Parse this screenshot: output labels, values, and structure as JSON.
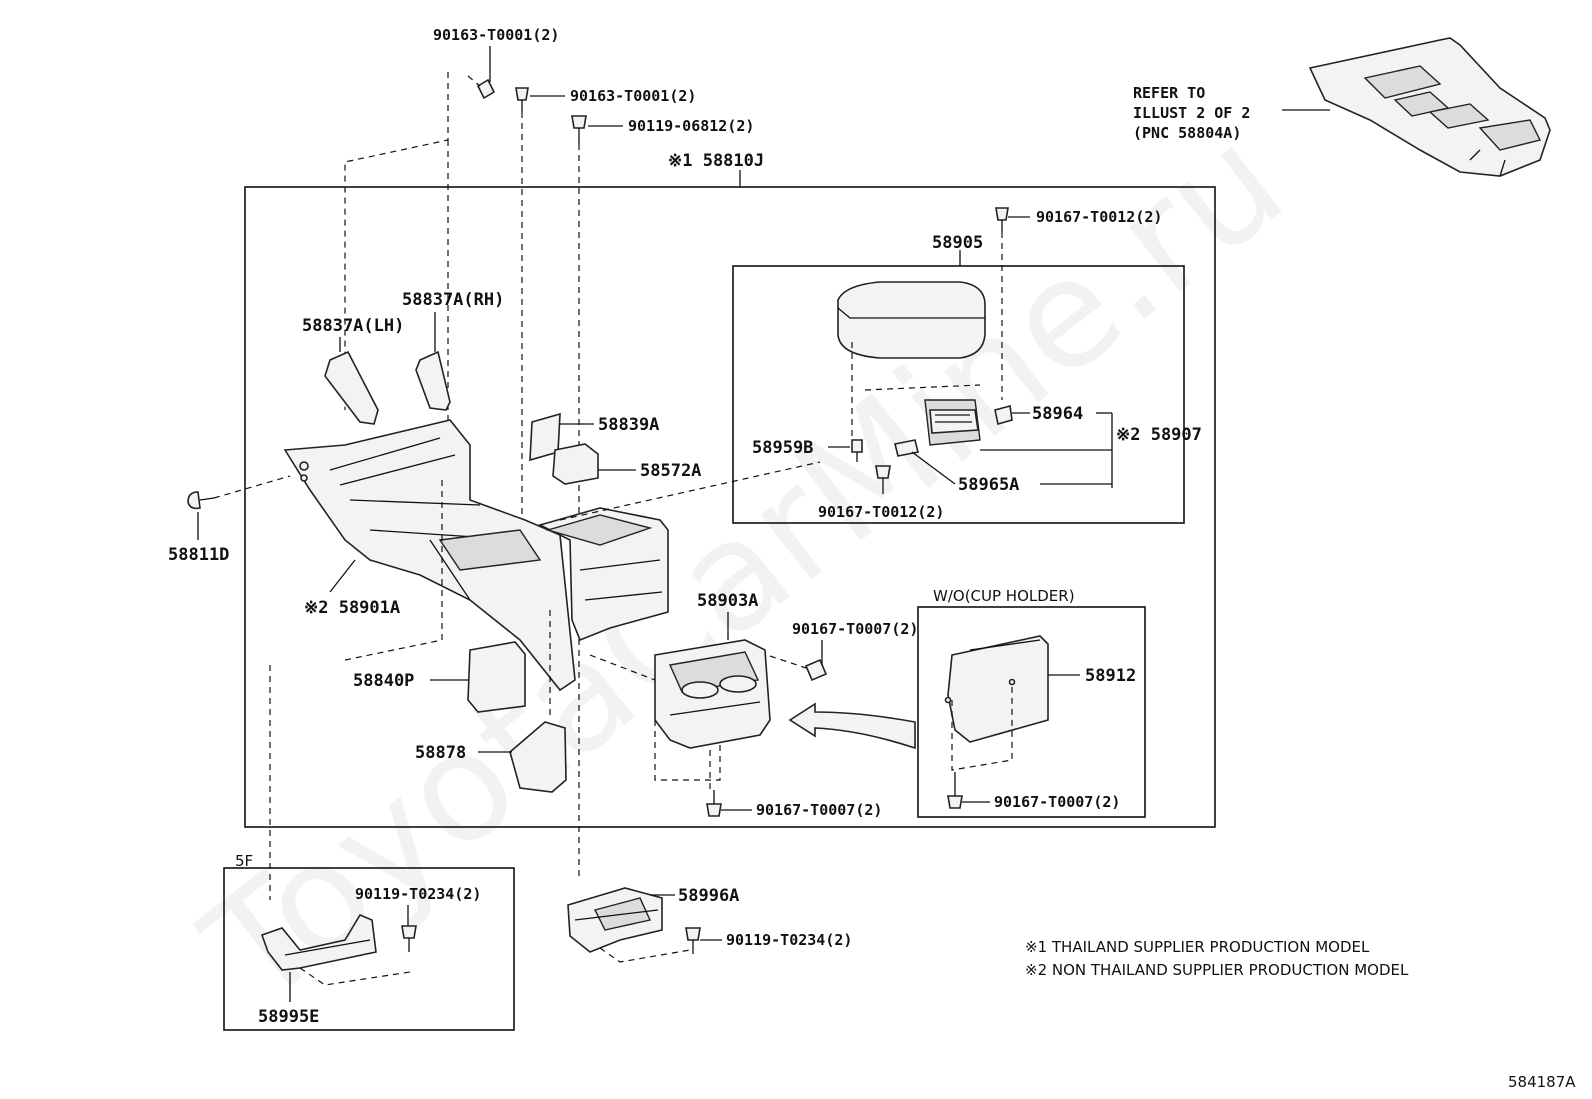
{
  "watermark": "ToyotaCarMine.ru",
  "diagram_id": "584187A",
  "refer_note": {
    "line1": "REFER TO",
    "line2": "ILLUST 2 OF 2",
    "line3": "(PNC 58804A)"
  },
  "labels": {
    "bolt_top_1": "90163-T0001(2)",
    "bolt_top_2": "90163-T0001(2)",
    "bolt_top_3": "90119-06812(2)",
    "assembly_main": "※1 58810J",
    "screw_armrest": "90167-T0012(2)",
    "armrest_assy": "58905",
    "trim_lh": "58837A(LH)",
    "trim_rh": "58837A(RH)",
    "pad_839": "58839A",
    "pad_572": "58572A",
    "clip_811": "58811D",
    "console_box": "※2 58901A",
    "pad_840": "58840P",
    "pad_878": "58878",
    "cup_holder": "58903A",
    "screw_cup": "90167-T0007(2)",
    "screw_cup_bottom": "90167-T0007(2)",
    "hinge_959": "58959B",
    "part_964": "58964",
    "hinge_907": "※2 58907",
    "part_965": "58965A",
    "screw_hinge": "90167-T0012(2)",
    "wo_cup_title": "W/O(CUP HOLDER)",
    "cover_912": "58912",
    "screw_cover": "90167-T0007(2)",
    "bracket_996": "58996A",
    "bolt_bracket_996": "90119-T0234(2)",
    "opt_5f": "5F",
    "bolt_bracket_995": "90119-T0234(2)",
    "bracket_995": "58995E"
  },
  "notes": {
    "note1": "※1  THAILAND SUPPLIER PRODUCTION MODEL",
    "note2": "※2  NON THAILAND SUPPLIER PRODUCTION MODEL"
  }
}
